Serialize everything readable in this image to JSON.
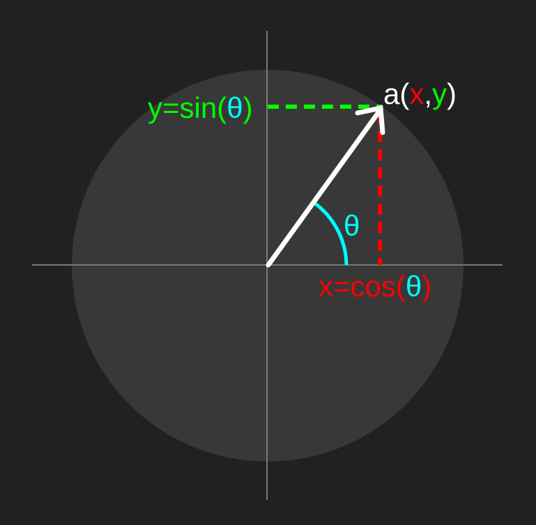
{
  "colors": {
    "background": "#212121",
    "circle": "#383838",
    "axes": "#7a7a7a",
    "vector": "#ffffff",
    "x_component": "#ff0000",
    "y_component": "#00ff00",
    "angle": "#00ffff",
    "label_text": "#ffffff"
  },
  "labels": {
    "sin_prefix": "y=sin(",
    "sin_theta": "θ",
    "sin_suffix": ")",
    "cos_prefix": "x=cos(",
    "cos_theta": "θ",
    "cos_suffix": ")",
    "point_prefix": "a(",
    "point_x": "x",
    "point_comma": ",",
    "point_y": "y",
    "point_suffix": ")",
    "angle": "θ"
  }
}
